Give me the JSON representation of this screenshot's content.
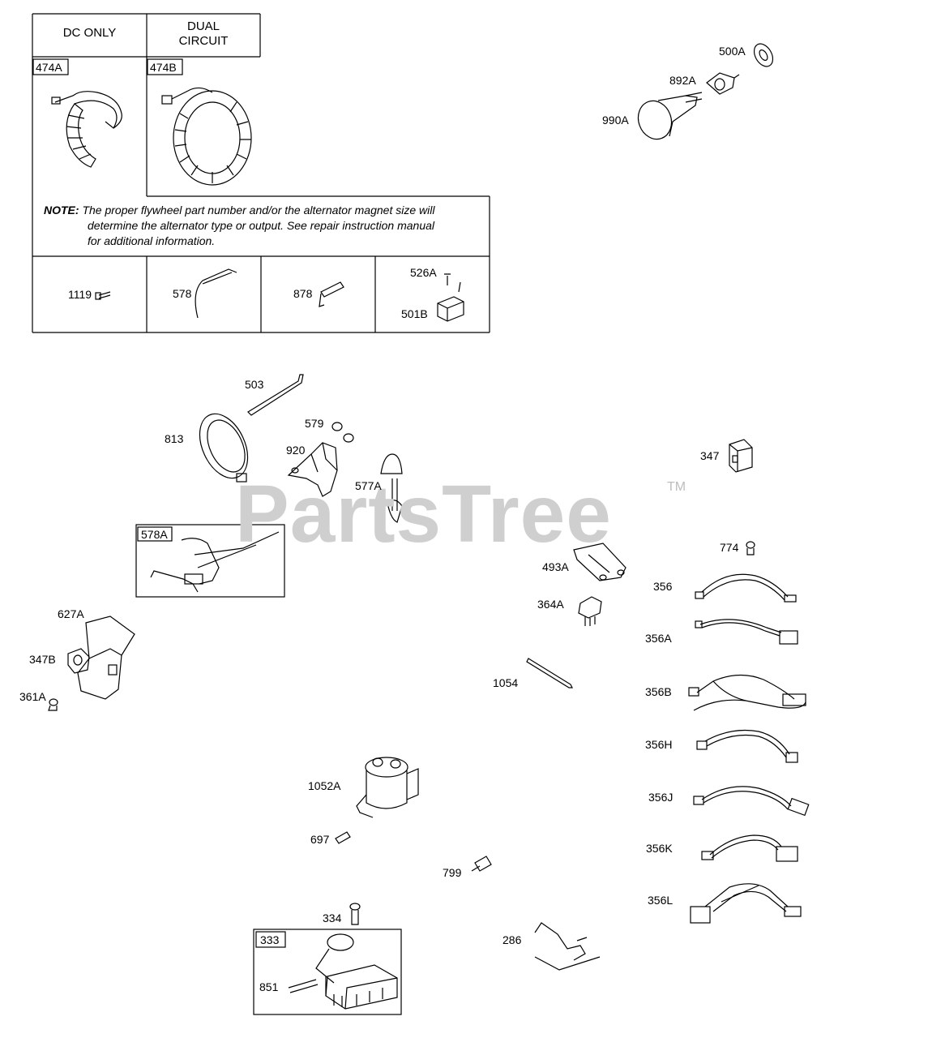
{
  "watermark": {
    "text": "PartsTree",
    "tm": "TM"
  },
  "table": {
    "col1_header": "DC ONLY",
    "col2_header_line1": "DUAL",
    "col2_header_line2": "CIRCUIT",
    "note_label": "NOTE:",
    "note_line1": "The proper flywheel part number and/or the alternator magnet size will",
    "note_line2": "determine the alternator type or output. See repair instruction manual",
    "note_line3": "for additional information."
  },
  "parts": {
    "p474A": "474A",
    "p474B": "474B",
    "p1119": "1119",
    "p578": "578",
    "p878": "878",
    "p526A": "526A",
    "p501B": "501B",
    "p500A": "500A",
    "p892A": "892A",
    "p990A": "990A",
    "p503": "503",
    "p813": "813",
    "p579": "579",
    "p920": "920",
    "p577A": "577A",
    "p578A": "578A",
    "p347": "347",
    "p774": "774",
    "p493A": "493A",
    "p356": "356",
    "p364A": "364A",
    "p356A": "356A",
    "p627A": "627A",
    "p347B": "347B",
    "p361A": "361A",
    "p1054": "1054",
    "p356B": "356B",
    "p356H": "356H",
    "p1052A": "1052A",
    "p356J": "356J",
    "p697": "697",
    "p356K": "356K",
    "p799": "799",
    "p356L": "356L",
    "p334": "334",
    "p333": "333",
    "p286": "286",
    "p851": "851"
  }
}
